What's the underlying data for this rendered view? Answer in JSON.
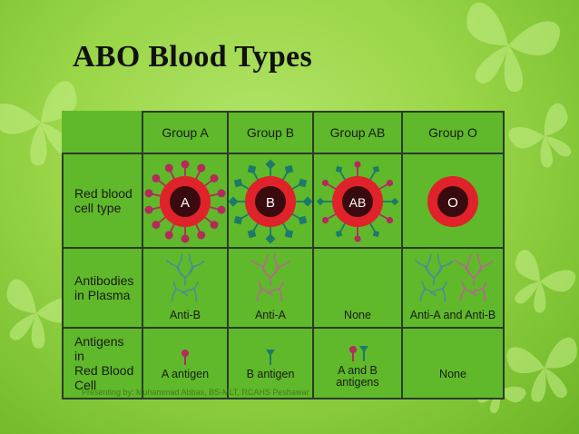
{
  "title": "ABO Blood Types",
  "footer": "Presenting by: Muhammad Abbas, BS-MLT, RCAHS Peshawar",
  "table": {
    "column_headers": [
      "Group A",
      "Group B",
      "Group AB",
      "Group O"
    ],
    "row_headers": {
      "red_blood_cell_type": [
        "Red blood",
        "cell type"
      ],
      "antibodies_in_plasma": [
        "Antibodies",
        "in Plasma"
      ],
      "antigens_in_rbc": [
        "Antigens in",
        "Red Blood",
        "Cell"
      ]
    },
    "cell_letters": [
      "A",
      "B",
      "AB",
      "O"
    ],
    "antibodies": [
      "Anti-B",
      "Anti-A",
      "None",
      "Anti-A and Anti-B"
    ],
    "antigens": {
      "group_a": "A antigen",
      "group_b": "B antigen",
      "group_ab": [
        "A and B",
        "antigens"
      ],
      "group_o": "None"
    }
  },
  "colors": {
    "background": "#9ad648",
    "table_fill": "#5fb92a",
    "grid_line": "#2c3a2a",
    "cell_red": "#e0222a",
    "a_antigen": "#b52a5c",
    "b_antigen": "#1c7a6a",
    "anti_b": "#4a8f96",
    "anti_a": "#b46a8e"
  }
}
